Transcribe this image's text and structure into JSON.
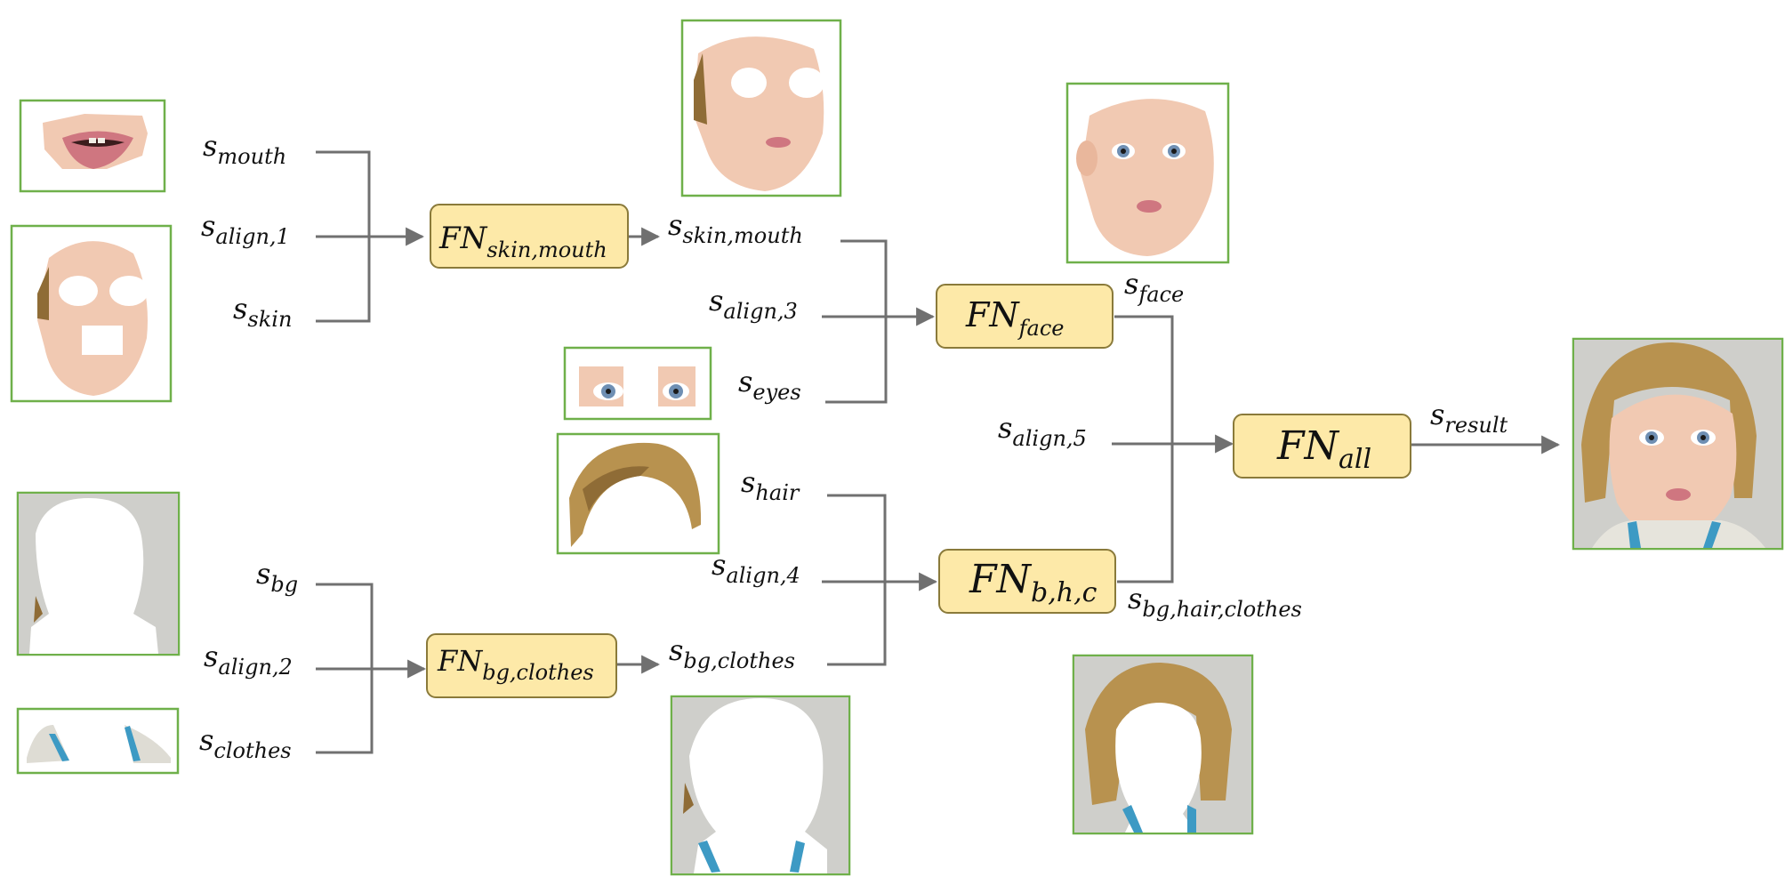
{
  "labels": {
    "s_mouth": {
      "base": "s",
      "sub": "mouth"
    },
    "s_align1": {
      "base": "s",
      "sub": "align,1"
    },
    "s_skin": {
      "base": "s",
      "sub": "skin"
    },
    "s_skin_mouth": {
      "base": "s",
      "sub": "skin,mouth"
    },
    "s_align3": {
      "base": "s",
      "sub": "align,3"
    },
    "s_eyes": {
      "base": "s",
      "sub": "eyes"
    },
    "s_face": {
      "base": "s",
      "sub": "face"
    },
    "s_align5": {
      "base": "s",
      "sub": "align,5"
    },
    "s_result": {
      "base": "s",
      "sub": "result"
    },
    "s_hair": {
      "base": "s",
      "sub": "hair"
    },
    "s_align4": {
      "base": "s",
      "sub": "align,4"
    },
    "s_bg_hair_clothes": {
      "base": "s",
      "sub": "bg,hair,clothes"
    },
    "s_bg": {
      "base": "s",
      "sub": "bg"
    },
    "s_align2": {
      "base": "s",
      "sub": "align,2"
    },
    "s_clothes": {
      "base": "s",
      "sub": "clothes"
    },
    "s_bg_clothes": {
      "base": "s",
      "sub": "bg,clothes"
    }
  },
  "fusion_nodes": {
    "skin_mouth": {
      "base": "FN",
      "sub": "skin,mouth"
    },
    "face": {
      "base": "FN",
      "sub": "face"
    },
    "all": {
      "base": "FN",
      "sub": "all"
    },
    "bhc": {
      "base": "FN",
      "sub": "b,h,c"
    },
    "bg_clothes": {
      "base": "FN",
      "sub": "bg,clothes"
    }
  },
  "colors": {
    "node_fill": "#fde9a8",
    "node_stroke": "#8a7a3a",
    "frame_stroke": "#6fb04a",
    "wire": "#707070"
  }
}
